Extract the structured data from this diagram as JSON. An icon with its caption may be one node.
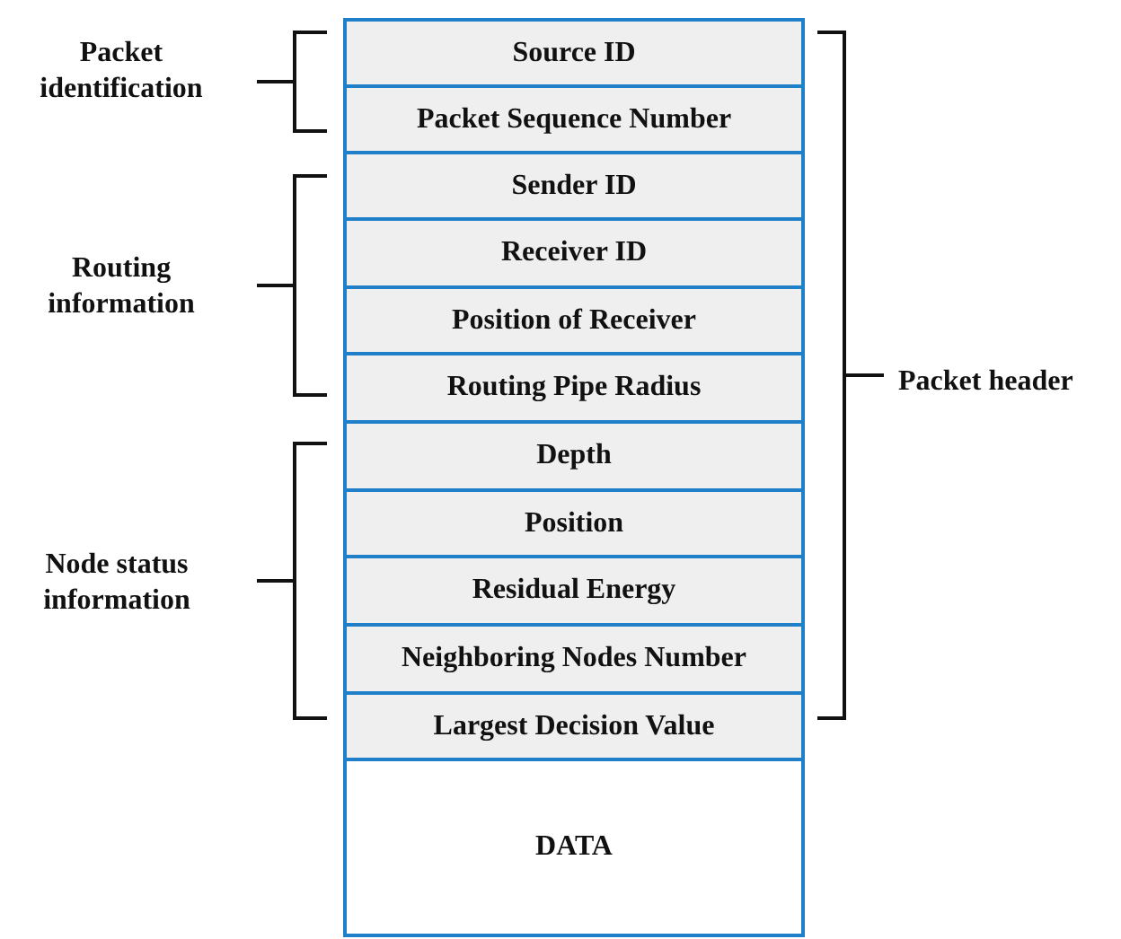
{
  "diagram": {
    "nodes": [
      {
        "text": [
          "Source ID"
        ]
      },
      {
        "text": [
          "Packet Sequence Number"
        ]
      },
      {
        "text": [
          "Sender ID"
        ]
      },
      {
        "text": [
          "Receiver ID"
        ]
      },
      {
        "text": [
          "Position of Receiver"
        ]
      },
      {
        "text": [
          "Routing Pipe Radius"
        ]
      },
      {
        "text": [
          "Depth"
        ]
      },
      {
        "text": [
          "Position"
        ]
      },
      {
        "text": [
          "Residual Energy"
        ]
      },
      {
        "text": [
          "Neighboring Nodes Number"
        ]
      },
      {
        "text": [
          "Largest Decision Value"
        ]
      },
      {
        "text": [
          "DATA"
        ]
      }
    ],
    "labels": [
      "Packet identification",
      "Routing information",
      "Node status information",
      "Packet header"
    ]
  }
}
